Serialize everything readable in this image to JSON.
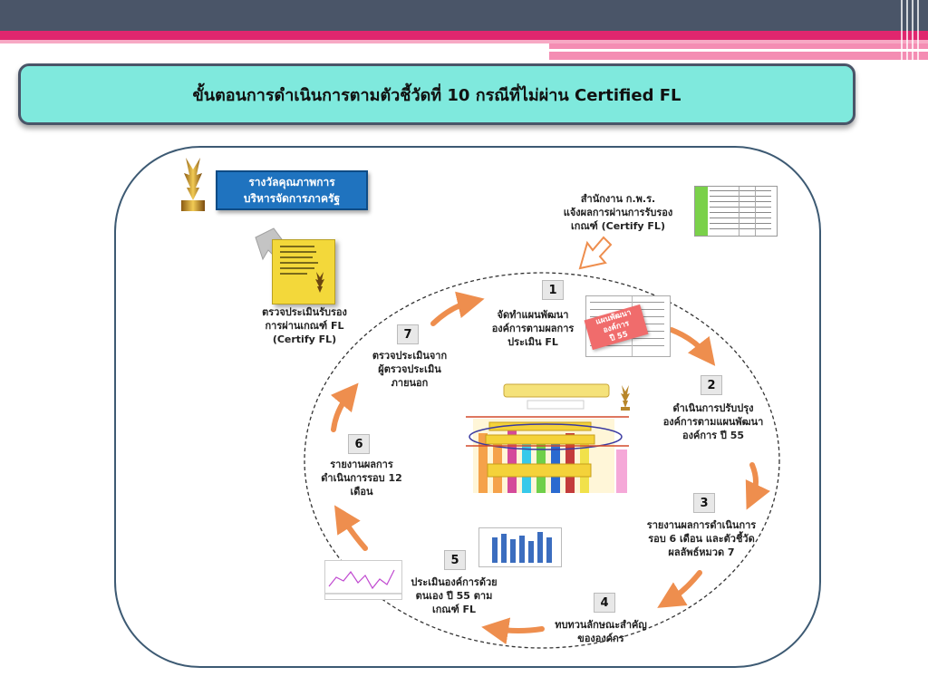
{
  "title": "ขั้นตอนการดำเนินการตามตัวชี้วัดที่ 10 กรณีที่ไม่ผ่าน Certified FL",
  "award": {
    "line1": "รางวัลคุณภาพการ",
    "line2": "บริหารจัดการภาครัฐ"
  },
  "office_note": {
    "line1": "สำนักงาน ก.พ.ร.",
    "line2": "แจ้งผลการผ่านการรับรอง",
    "line3": "เกณฑ์ (Certify FL)"
  },
  "certify_note": {
    "line1": "ตรวจประเมินรับรอง",
    "line2": "การผ่านเกณฑ์ FL",
    "line3": "(Certify FL)"
  },
  "plan_stamp": {
    "line1": "แผนพัฒนา",
    "line2": "องค์การ",
    "line3": "ปี 55"
  },
  "steps": [
    {
      "num": "1",
      "line1": "จัดทำแผนพัฒนา",
      "line2": "องค์การตามผลการ",
      "line3": "ประเมิน FL"
    },
    {
      "num": "2",
      "line1": "ดำเนินการปรับปรุง",
      "line2": "องค์การตามแผนพัฒนา",
      "line3": "องค์การ ปี 55"
    },
    {
      "num": "3",
      "line1": "รายงานผลการดำเนินการ",
      "line2": "รอบ 6 เดือน และตัวชี้วัด",
      "line3": "ผลลัพธ์หมวด 7"
    },
    {
      "num": "4",
      "line1": "ทบทวนลักษณะสำคัญ",
      "line2": "ขององค์กร"
    },
    {
      "num": "5",
      "line1": "ประเมินองค์การด้วย",
      "line2": "ตนเอง ปี 55 ตาม",
      "line3": "เกณฑ์ FL"
    },
    {
      "num": "6",
      "line1": "รายงานผลการ",
      "line2": "ดำเนินการรอบ 12",
      "line3": "เดือน"
    },
    {
      "num": "7",
      "line1": "ตรวจประเมินจาก",
      "line2": "ผู้ตรวจประเมิน",
      "line3": "ภายนอก"
    }
  ],
  "colors": {
    "banner": "#7fe9dd",
    "arrow": "#ee8e4e",
    "award": "#1f73bf",
    "frame": "#3d5a73",
    "header": "#4a5568",
    "accent": "#e0266e"
  },
  "icons": {
    "trophy": "gold-trophy-icon",
    "arrow": "orange-curved-arrow-icon",
    "grey_arrow": "grey-diagonal-arrow-icon"
  }
}
